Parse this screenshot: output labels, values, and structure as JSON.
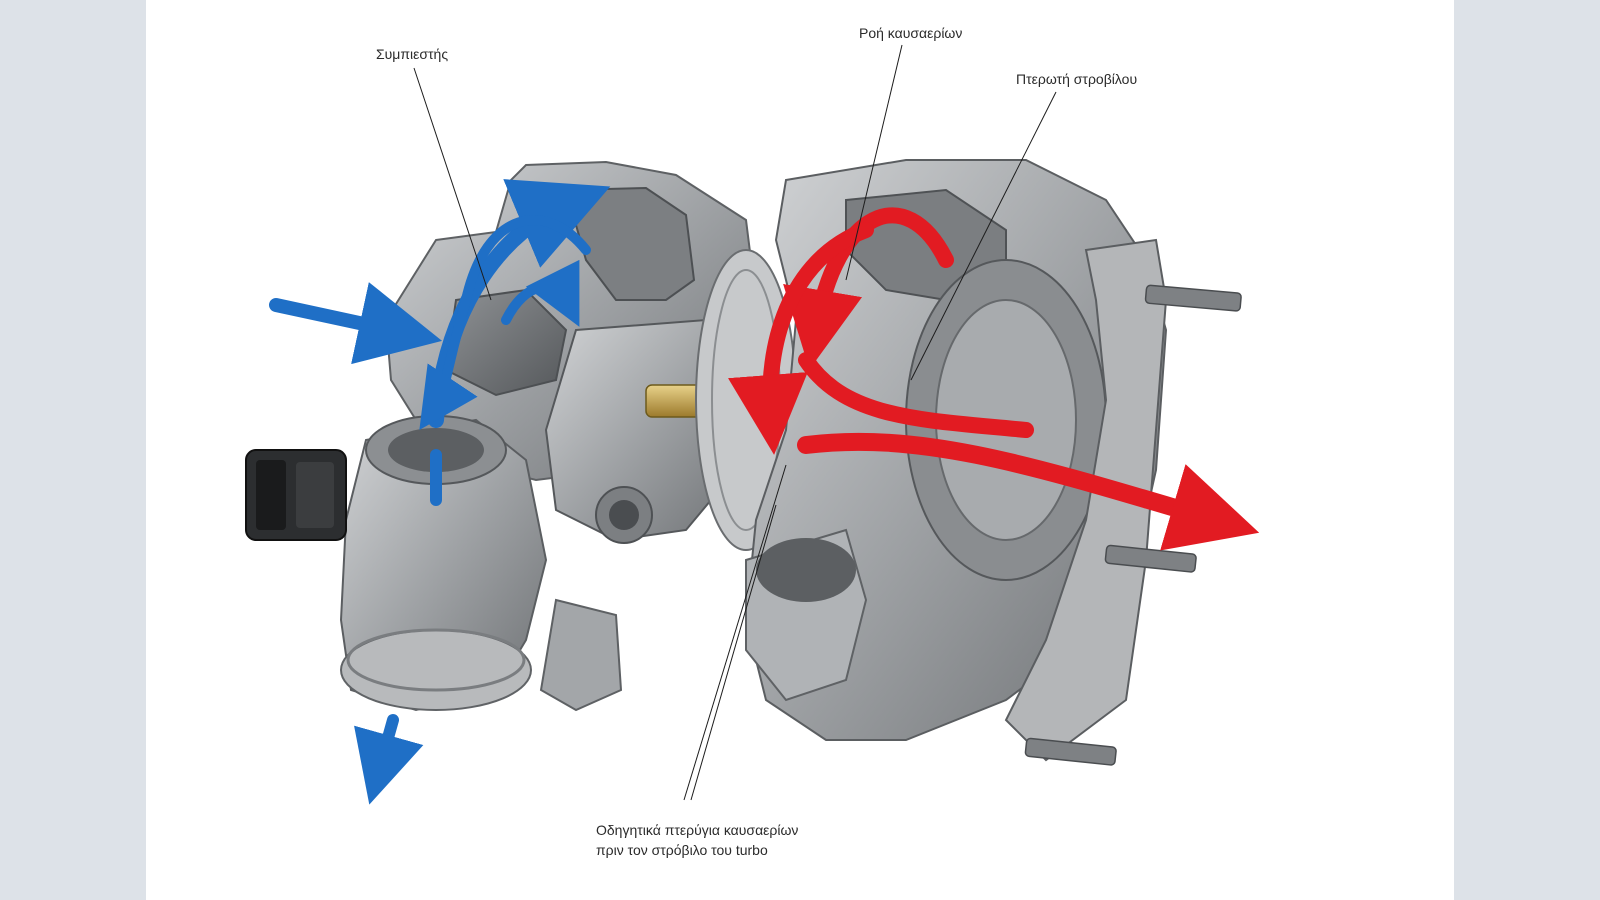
{
  "labels": {
    "compressor": "Συμπιεστής",
    "exhaust_flow": "Ροή καυσαερίων",
    "turbine_wheel": "Πτερωτή στροβίλου",
    "guide_vanes_line1": "Οδηγητικά πτερύγια καυσαερίων",
    "guide_vanes_line2": "πριν τον στρόβιλο του turbo"
  },
  "colors": {
    "background_side": "#dde2e8",
    "background_main": "#ffffff",
    "intake_air_arrows": "#1f6fc6",
    "exhaust_arrows": "#e21b22",
    "metal_housing": "#a9abad"
  },
  "icons": {
    "sensor": "sensor-connector-icon",
    "bolts": "stud-bolt-icon"
  }
}
